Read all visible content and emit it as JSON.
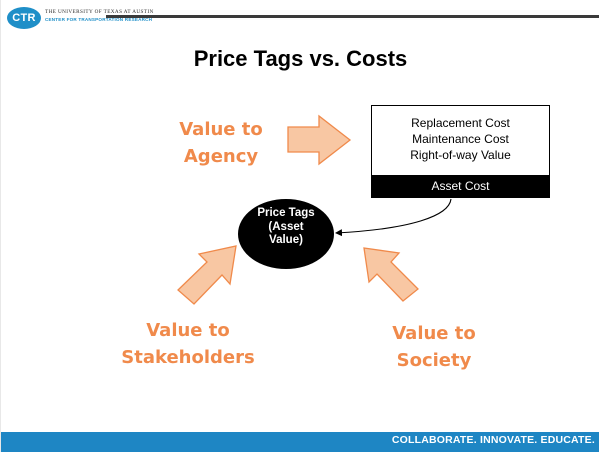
{
  "header": {
    "logo_text": "CTR",
    "university_line": "THE UNIVERSITY OF TEXAS AT AUSTIN",
    "center_line": "CENTER FOR TRANSPORTATION RESEARCH"
  },
  "title": "Price Tags vs. Costs",
  "labels": {
    "agency": [
      "Value to",
      "Agency"
    ],
    "stakeholders": [
      "Value to",
      "Stakeholders"
    ],
    "society": [
      "Value to",
      "Society"
    ]
  },
  "cost_box": {
    "items": [
      "Replacement Cost",
      "Maintenance Cost",
      "Right-of-way Value"
    ],
    "total": "Asset Cost"
  },
  "price_tags": [
    "Price Tags",
    "(Asset",
    "Value)"
  ],
  "footer": "COLLABORATE. INNOVATE. EDUCATE.",
  "colors": {
    "orange": "#f08a4b",
    "arrow_fill": "#f8c7a3",
    "brand_blue": "#1e86c4"
  }
}
